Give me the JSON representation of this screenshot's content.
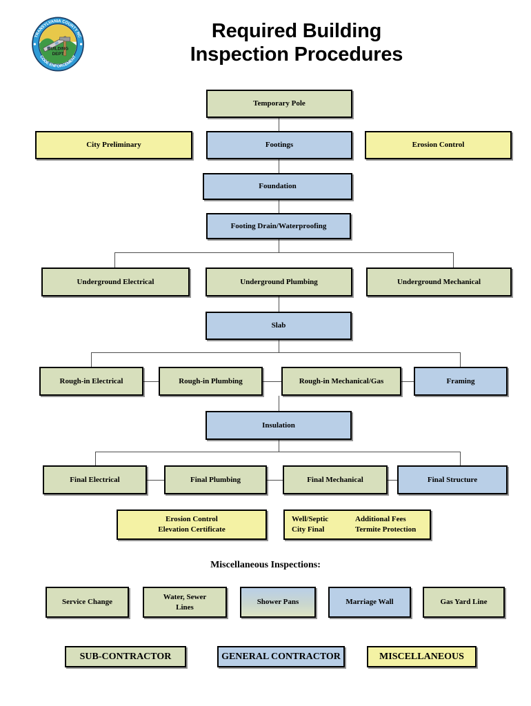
{
  "header": {
    "title_line1": "Required Building",
    "title_line2": "Inspection Procedures",
    "seal": {
      "outer_text_top": "TRANSYLVANIA COUNTY NC",
      "outer_text_bottom": "CODE ENFORCEMENT",
      "inner_text_line1": "BUILDING",
      "inner_text_line2": "DEPT",
      "ring_color": "#2e9bd6",
      "sky_color": "#e8c84a",
      "hill_color": "#3f9a46"
    }
  },
  "flow": {
    "temporary_pole": "Temporary Pole",
    "city_preliminary": "City Preliminary",
    "footings": "Footings",
    "erosion_control": "Erosion Control",
    "foundation": "Foundation",
    "footing_drain": "Footing Drain/Waterproofing",
    "underground_electrical": "Underground Electrical",
    "underground_plumbing": "Underground Plumbing",
    "underground_mechanical": "Underground Mechanical",
    "slab": "Slab",
    "roughin_electrical": "Rough-in Electrical",
    "roughin_plumbing": "Rough-in Plumbing",
    "roughin_mechanical": "Rough-in Mechanical/Gas",
    "framing": "Framing",
    "insulation": "Insulation",
    "final_electrical": "Final Electrical",
    "final_plumbing": "Final Plumbing",
    "final_mechanical": "Final Mechanical",
    "final_structure": "Final Structure"
  },
  "notes": {
    "left_note_line1": "Erosion Control",
    "left_note_line2": "Elevation Certificate",
    "right_note_col1_line1": "Well/Septic",
    "right_note_col1_line2": "City Final",
    "right_note_col2_line1": "Additional Fees",
    "right_note_col2_line2": "Termite Protection"
  },
  "miscellaneous": {
    "heading": "Miscellaneous Inspections:",
    "items": [
      {
        "label": "Service Change",
        "type": "sub"
      },
      {
        "label_line1": "Water, Sewer",
        "label_line2": "Lines",
        "type": "sub"
      },
      {
        "label": "Shower Pans",
        "type": "gradient"
      },
      {
        "label": "Marriage Wall",
        "type": "gen"
      },
      {
        "label": "Gas Yard Line",
        "type": "sub"
      }
    ]
  },
  "legend": {
    "sub_contractor": "SUB-CONTRACTOR",
    "general_contractor": "GENERAL CONTRACTOR",
    "miscellaneous": "MISCELLANEOUS"
  },
  "colors": {
    "sub_contractor_fill": "#d7dfbc",
    "general_contractor_fill": "#b9cfe7",
    "miscellaneous_fill": "#f4f2a4",
    "border": "#000000",
    "connector": "#4d4d4d"
  }
}
